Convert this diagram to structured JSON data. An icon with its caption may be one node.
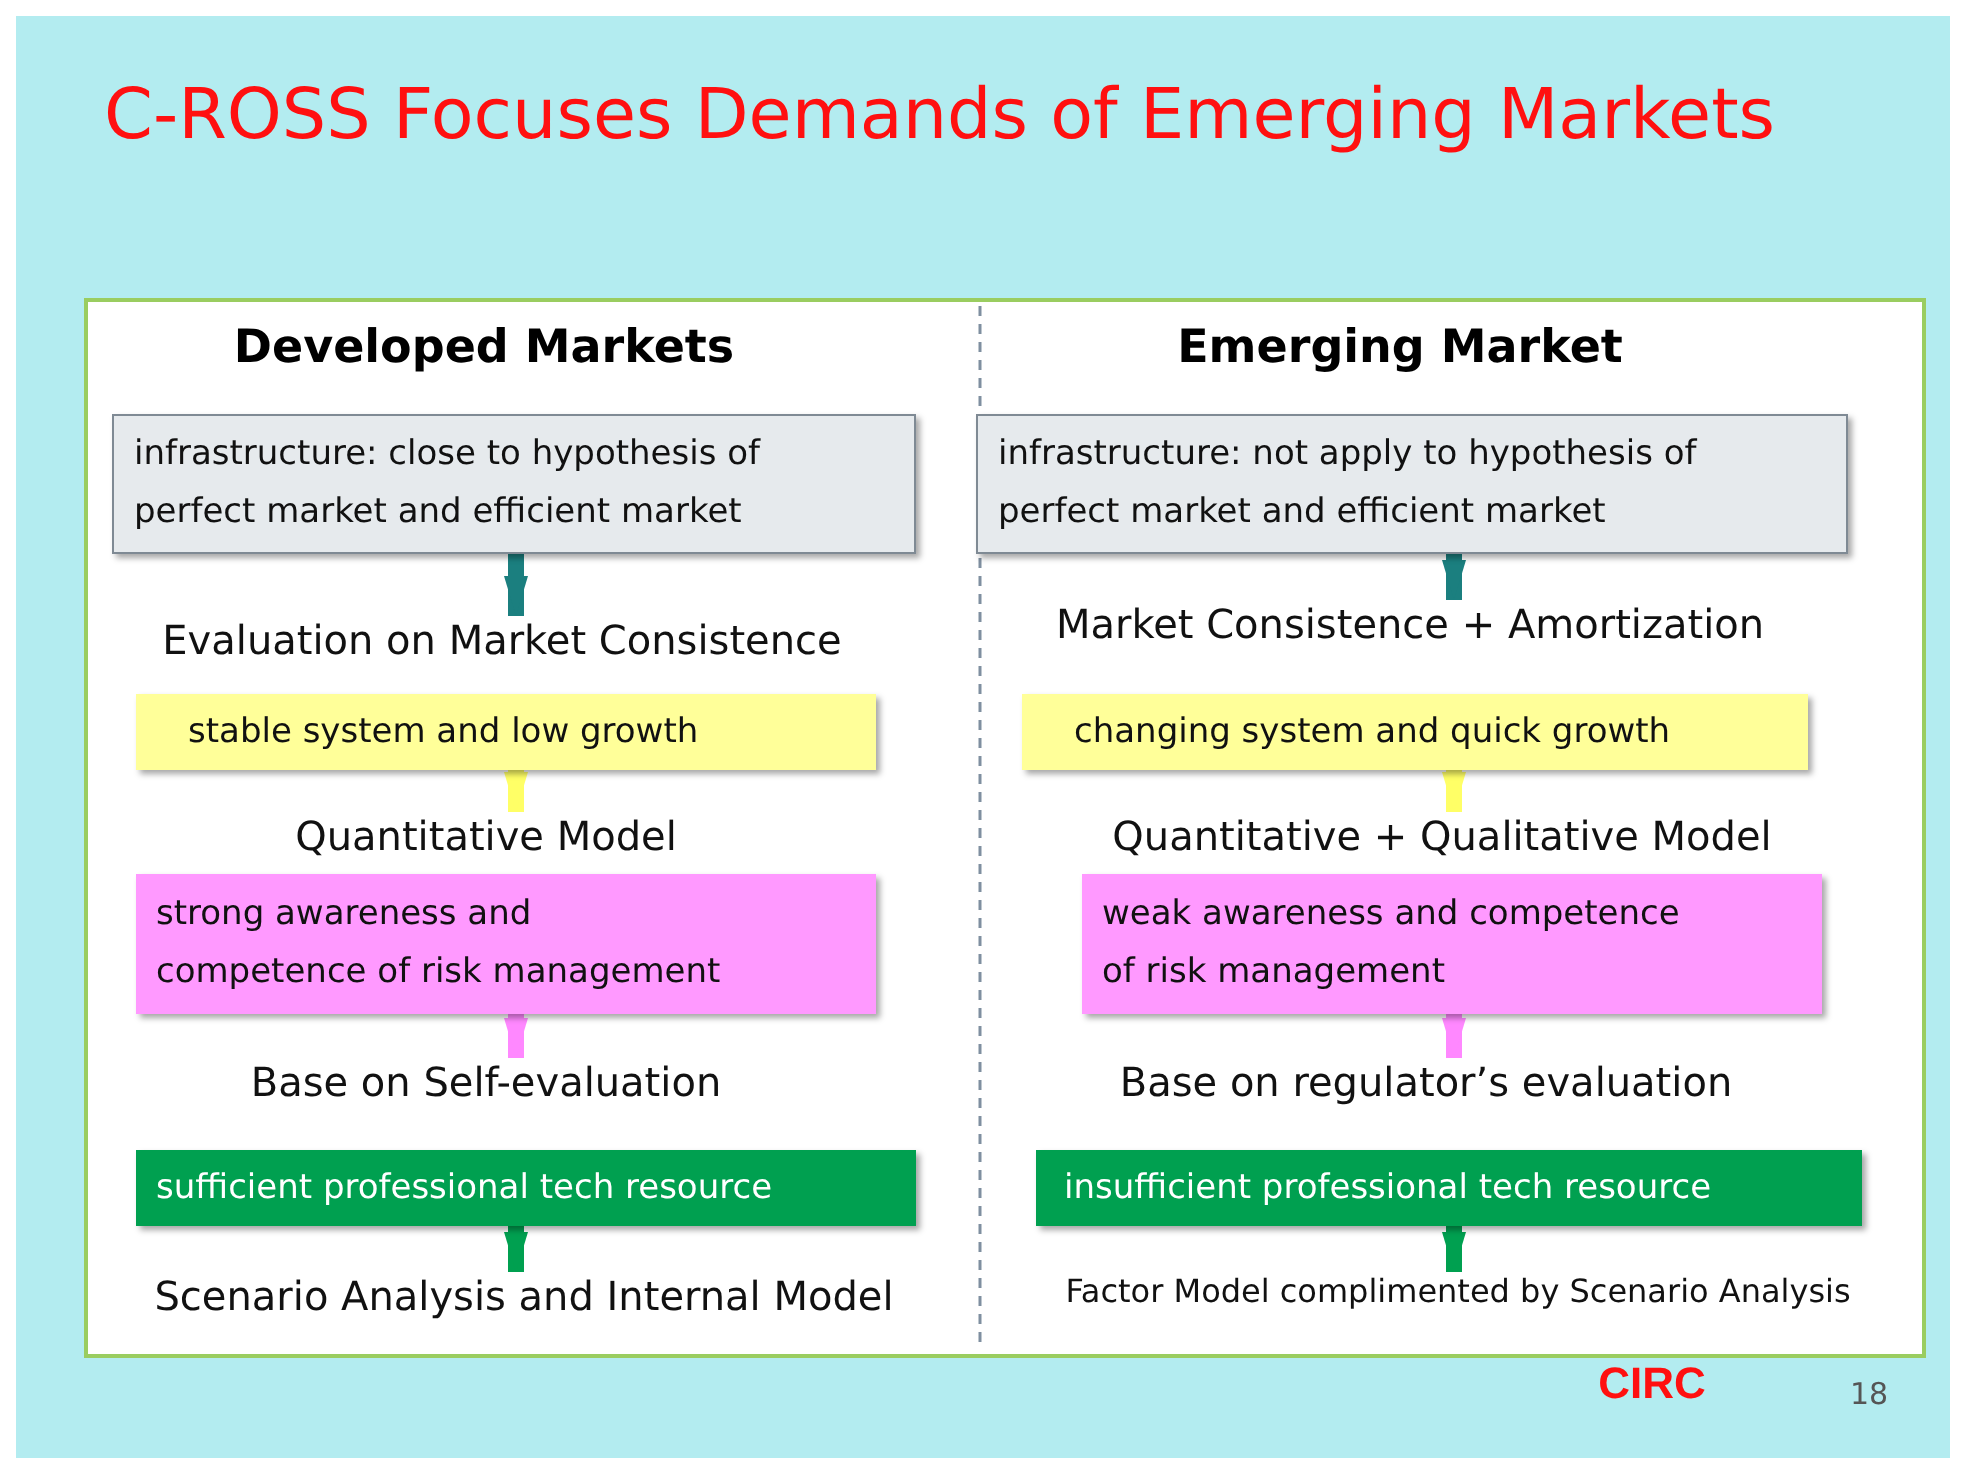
{
  "diagram": {
    "title": "C-ROSS Focuses Demands of Emerging Markets",
    "nodes": [
      {
        "text": [
          "infrastructure: close to hypothesis of perfect market and efficient market"
        ]
      },
      {
        "text": [
          "Evaluation on Market Consistence"
        ]
      },
      {
        "text": [
          "stable system and low growth"
        ]
      },
      {
        "text": [
          "Quantitative Model"
        ]
      },
      {
        "text": [
          "strong awareness and competence of risk management"
        ]
      },
      {
        "text": [
          "Base on Self-evaluation"
        ]
      },
      {
        "text": [
          "sufficient  professional tech resource"
        ]
      },
      {
        "text": [
          "Scenario Analysis and Internal Model"
        ]
      },
      {
        "text": [
          "infrastructure: not apply to hypothesis of perfect market and efficient market"
        ]
      },
      {
        "text": [
          "Market Consistence + Amortization"
        ]
      },
      {
        "text": [
          "changing system and quick growth"
        ]
      },
      {
        "text": [
          "Quantitative + Qualitative Model"
        ]
      },
      {
        "text": [
          "weak awareness and competence of risk management"
        ]
      },
      {
        "text": [
          "Base on regulator’s evaluation"
        ]
      },
      {
        "text": [
          "insufficient professional tech resource"
        ]
      },
      {
        "text": [
          "Factor Model complimented by Scenario Analysis"
        ]
      }
    ],
    "edges": [
      {
        "from": 0,
        "to": 1,
        "arrow": "to",
        "color": "#1b7f7f"
      },
      {
        "from": 2,
        "to": 3,
        "arrow": "to",
        "color": "#ffff66"
      },
      {
        "from": 4,
        "to": 5,
        "arrow": "to",
        "color": "#ff88ff"
      },
      {
        "from": 6,
        "to": 7,
        "arrow": "to",
        "color": "#00a050"
      },
      {
        "from": 8,
        "to": 9,
        "arrow": "to",
        "color": "#1b7f7f"
      },
      {
        "from": 10,
        "to": 11,
        "arrow": "to",
        "color": "#ffff66"
      },
      {
        "from": 12,
        "to": 13,
        "arrow": "to",
        "color": "#ff88ff"
      },
      {
        "from": 14,
        "to": 15,
        "arrow": "to",
        "color": "#00a050"
      }
    ],
    "labels": [
      "Developed Markets",
      "Emerging Market",
      "CIRC",
      "18"
    ]
  }
}
